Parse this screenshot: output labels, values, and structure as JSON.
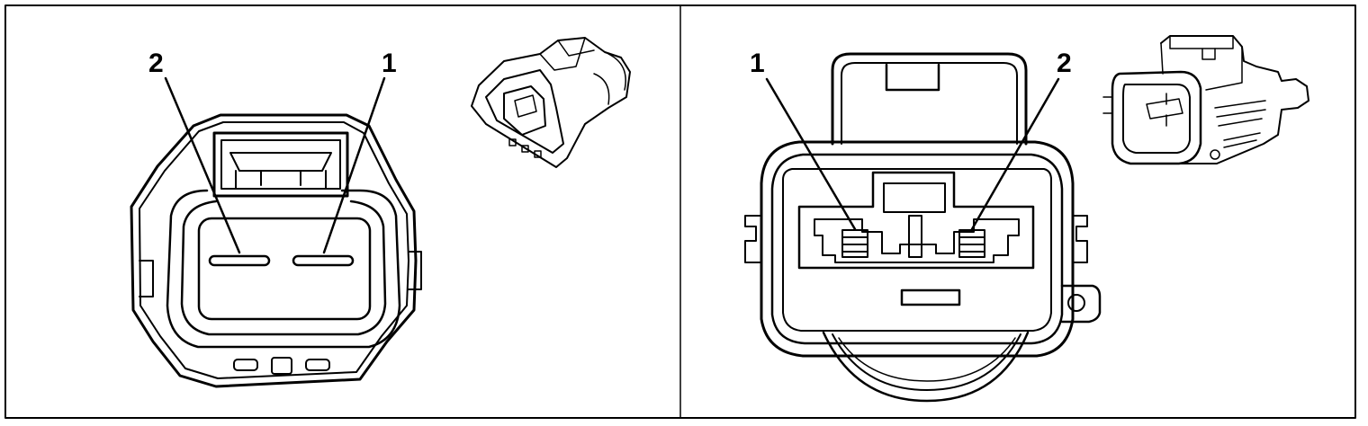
{
  "panels": [
    {
      "name": "left-connector",
      "pin_labels": [
        "2",
        "1"
      ]
    },
    {
      "name": "right-connector",
      "pin_labels": [
        "1",
        "2"
      ]
    }
  ],
  "colors": {
    "line": "#000000",
    "background": "#ffffff"
  }
}
